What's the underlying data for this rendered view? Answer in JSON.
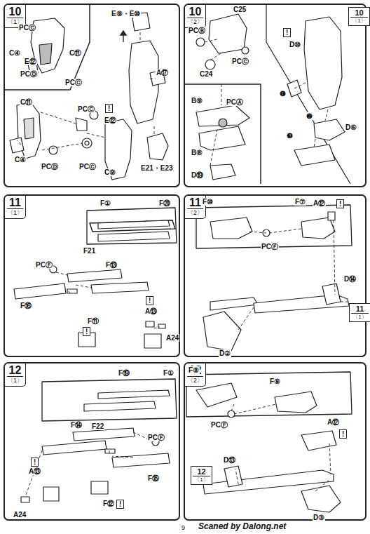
{
  "diagram": {
    "nodes": [
      {
        "text": [
          "10",
          "〈1〉"
        ]
      },
      {
        "text": [
          "10",
          "〈2〉"
        ]
      },
      {
        "text": [
          "10",
          "〈1〉"
        ],
        "in": 1
      },
      {
        "text": [
          "11",
          "〈1〉"
        ]
      },
      {
        "text": [
          "11",
          "〈2〉"
        ]
      },
      {
        "text": [
          "11",
          "〈1〉"
        ],
        "in": 4
      },
      {
        "text": [
          "12",
          "〈1〉"
        ]
      },
      {
        "text": [
          "12",
          "〈2〉"
        ]
      },
      {
        "text": [
          "12",
          "〈1〉"
        ],
        "in": 7
      }
    ],
    "labels": [
      "PCⒸ",
      "C④",
      "E⑫",
      "C⑪",
      "PCⒹ",
      "PCⒸ",
      "C⑪",
      "PCⒸ",
      "!",
      "E⑫",
      "C④",
      "PCⒹ",
      "PCⒸ",
      "C⑨",
      "E⑨・E⑩",
      "A⑰",
      "E21・E23",
      "PCⒷ",
      "C25",
      "PCⒸ",
      "C24",
      "!",
      "D⑩",
      "B⑨",
      "PCⒶ",
      "B⑧",
      "D⑲",
      "❶",
      "❷",
      "❸",
      "D⑥",
      "F①",
      "F⑳",
      "F21",
      "PCⒻ",
      "F⑬",
      "F⑯",
      "F⑪",
      "!",
      "!",
      "A⑬",
      "A24",
      "F⑩",
      "F⑦",
      "A⑫",
      "!",
      "PCⒻ",
      "D⑭",
      "D②",
      "F⑲",
      "F①",
      "F22",
      "F⑭",
      "PCⒻ",
      "!",
      "A⑬",
      "F⑮",
      "F⑫",
      "!",
      "A24",
      "F⑧",
      "F⑨",
      "PCⒻ",
      "A⑫",
      "!",
      "D⑬",
      "D③",
      "9",
      "Scaned by Dalong.net"
    ]
  }
}
